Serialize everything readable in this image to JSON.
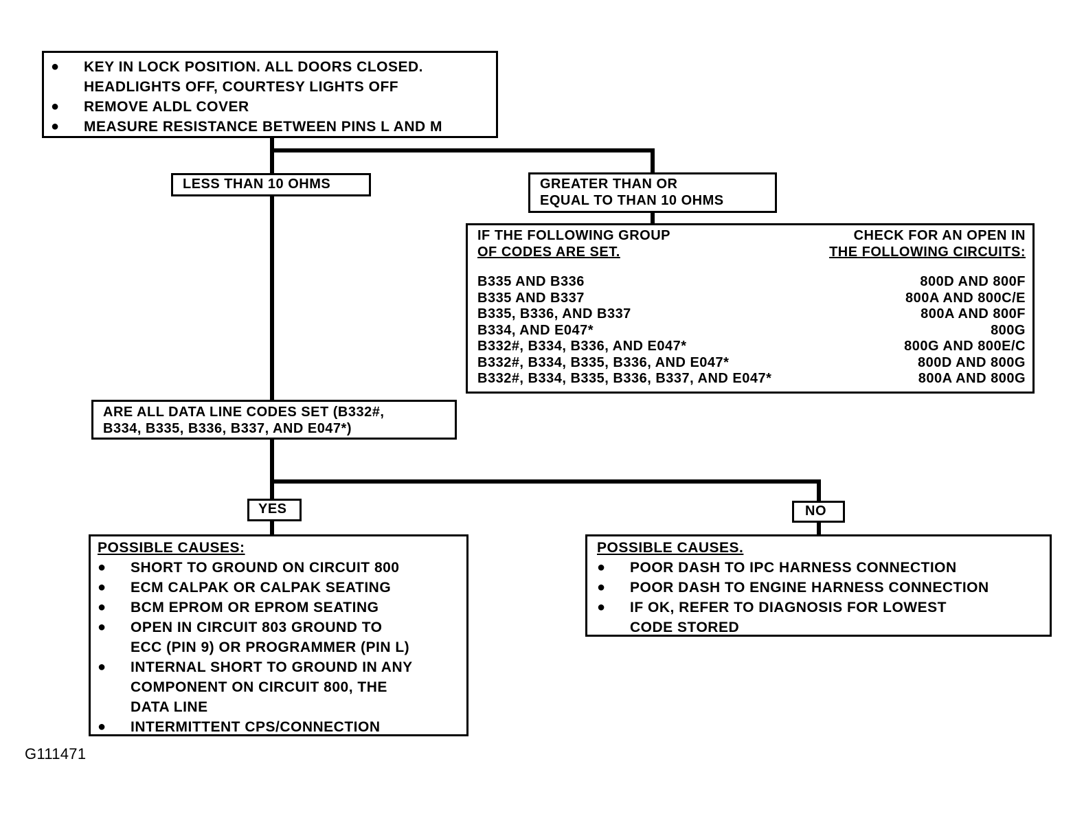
{
  "start": {
    "items": [
      "KEY IN LOCK POSITION. ALL DOORS CLOSED.",
      "HEADLIGHTS OFF, COURTESY LIGHTS OFF",
      "REMOVE ALDL COVER",
      "MEASURE RESISTANCE BETWEEN PINS L AND M"
    ]
  },
  "branch_low": {
    "label": "LESS THAN 10 OHMS"
  },
  "branch_high": {
    "label_line1": "GREATER THAN OR",
    "label_line2": "EQUAL TO THAN 10 OHMS"
  },
  "codes_table": {
    "left_header_line1": "IF THE FOLLOWING GROUP",
    "left_header_line2": "OF CODES ARE SET.",
    "right_header_line1": "CHECK FOR AN OPEN IN",
    "right_header_line2": "THE FOLLOWING CIRCUITS:",
    "rows": [
      {
        "codes": "B335 AND B336",
        "circuits": "800D AND 800F"
      },
      {
        "codes": "B335 AND B337",
        "circuits": "800A AND 800C/E"
      },
      {
        "codes": "B335, B336, AND B337",
        "circuits": "800A AND 800F"
      },
      {
        "codes": "B334, AND E047*",
        "circuits": "800G"
      },
      {
        "codes": "B332#, B334, B336, AND E047*",
        "circuits": "800G AND 800E/C"
      },
      {
        "codes": "B332#, B334, B335, B336, AND E047*",
        "circuits": "800D AND 800G"
      },
      {
        "codes": "B332#, B334, B335, B336, B337, AND E047*",
        "circuits": "800A AND 800G"
      }
    ]
  },
  "question": {
    "line1": "ARE ALL DATA LINE CODES SET (B332#,",
    "line2": "B334, B335, B336, B337, AND E047*)"
  },
  "yes": {
    "label": "YES"
  },
  "no": {
    "label": "NO"
  },
  "yes_causes": {
    "heading": "POSSIBLE CAUSES:",
    "items": [
      [
        "SHORT TO GROUND ON CIRCUIT 800"
      ],
      [
        "ECM CALPAK OR CALPAK SEATING"
      ],
      [
        "BCM EPROM OR EPROM SEATING"
      ],
      [
        "OPEN IN CIRCUIT 803 GROUND TO",
        "ECC (PIN 9) OR PROGRAMMER (PIN L)"
      ],
      [
        "INTERNAL SHORT TO GROUND IN ANY",
        "COMPONENT ON CIRCUIT 800, THE",
        "DATA LINE"
      ],
      [
        "INTERMITTENT CPS/CONNECTION"
      ]
    ]
  },
  "no_causes": {
    "heading": "POSSIBLE CAUSES.",
    "items": [
      [
        "POOR DASH TO IPC HARNESS CONNECTION"
      ],
      [
        "POOR DASH TO ENGINE HARNESS CONNECTION"
      ],
      [
        "IF OK, REFER TO DIAGNOSIS FOR LOWEST",
        "CODE STORED"
      ]
    ]
  },
  "figure_id": "G111471",
  "bullet_glyph": "●"
}
